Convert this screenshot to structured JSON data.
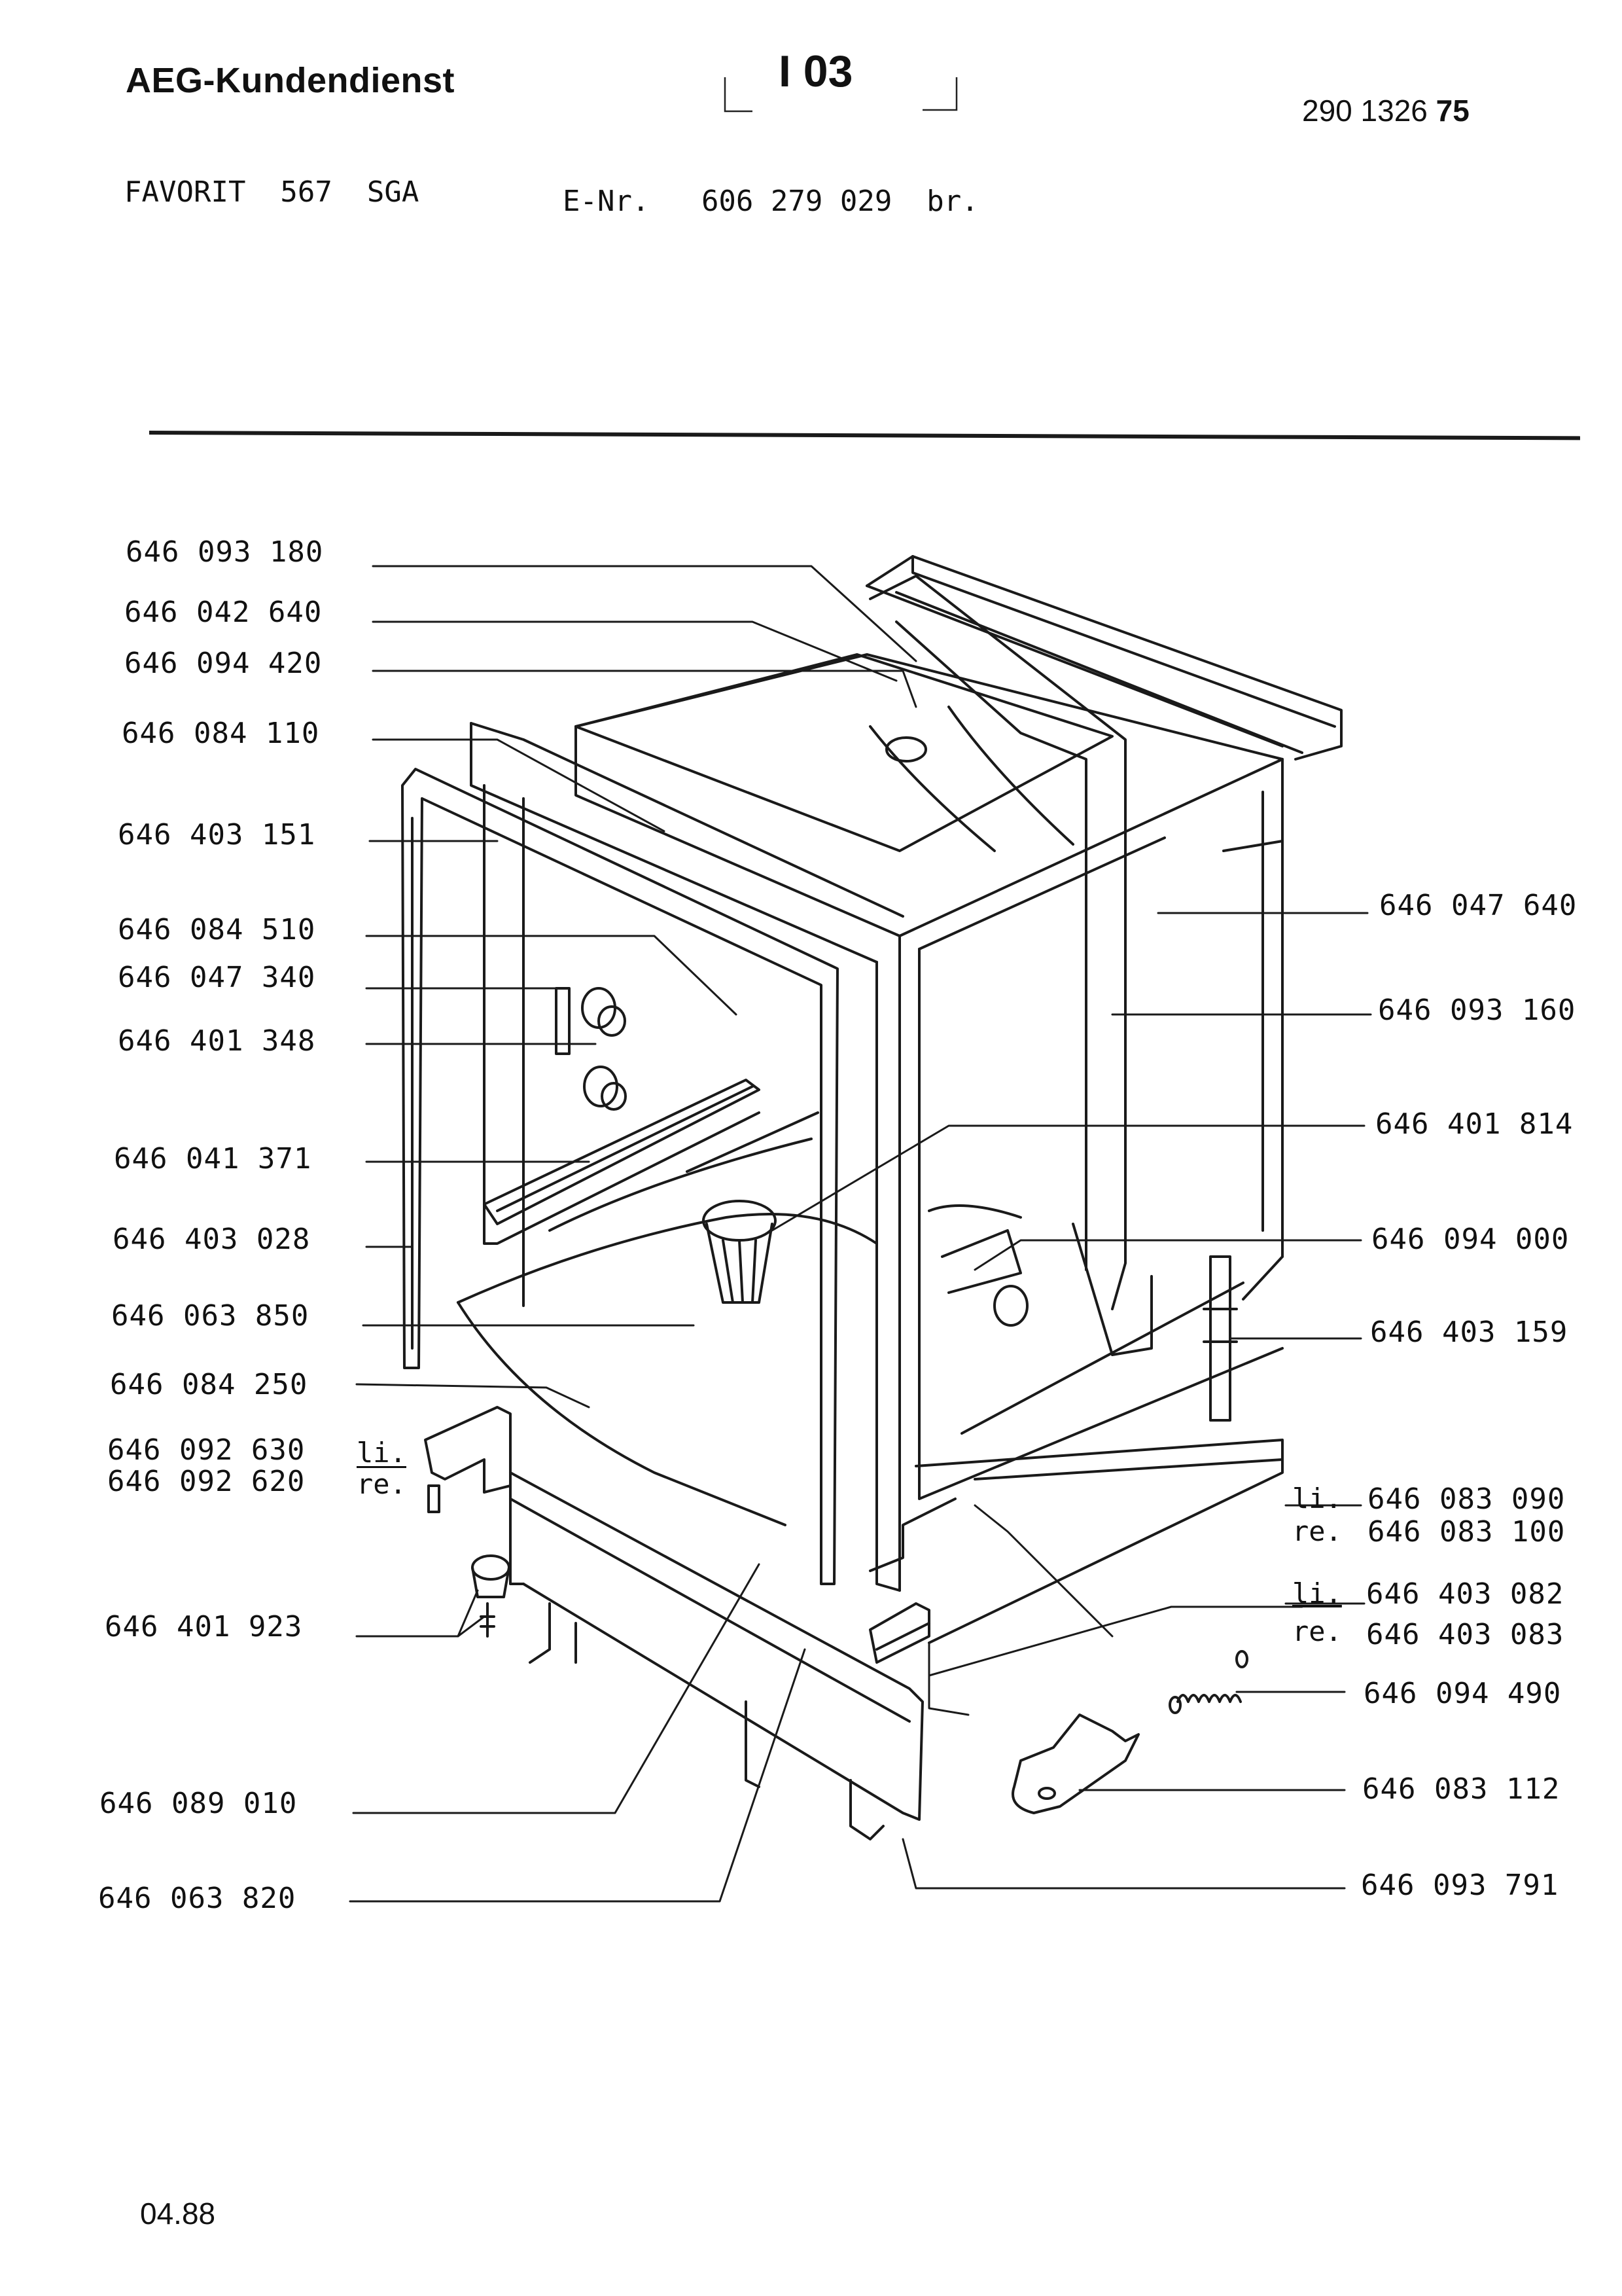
{
  "header": {
    "brand": "AEG-Kundendienst",
    "section": "I 03",
    "doc_number": "290 1326",
    "doc_suffix": "75",
    "model": "FAVORIT  567  SGA",
    "enr_label": "E-Nr.",
    "enr_value": "606 279 029  br."
  },
  "parts_left": [
    "646 093 180",
    "646 042 640",
    "646 094 420",
    "646 084 110",
    "646 403 151",
    "646 084 510",
    "646 047 340",
    "646 401 348",
    "646 041 371",
    "646 403 028",
    "646 063 850",
    "646 084 250",
    "646 092 630",
    "646 092 620",
    "646 401 923",
    "646 089 010",
    "646 063 820"
  ],
  "parts_right": [
    "646 047 640",
    "646 093 160",
    "646 401 814",
    "646 094 000",
    "646 403 159",
    "646 083 090",
    "646 083 100",
    "646 403 082",
    "646 403 083",
    "646 094 490",
    "646 083 112",
    "646 093 791"
  ],
  "side_labels": {
    "li": "li.",
    "re": "re."
  },
  "footer": {
    "date": "04.88"
  }
}
